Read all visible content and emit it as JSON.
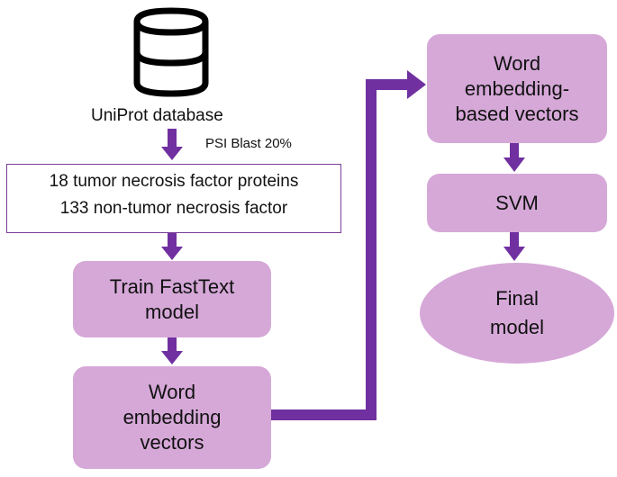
{
  "diagram": {
    "database": {
      "icon": "database-icon",
      "label": "UniProt database"
    },
    "filter_label": "PSI Blast 20%",
    "dataset": {
      "line1": "18 tumor necrosis factor proteins",
      "line2": "133 non-tumor necrosis factor"
    },
    "train": {
      "line1": "Train FastText",
      "line2": "model"
    },
    "word_vectors": {
      "line1": "Word",
      "line2": "embedding",
      "line3": "vectors"
    },
    "embedding_vectors": {
      "line1": "Word",
      "line2": "embedding-",
      "line3": "based vectors"
    },
    "svm": {
      "label": "SVM"
    },
    "final": {
      "line1": "Final",
      "line2": "model"
    },
    "colors": {
      "box_fill": "#d6a8d8",
      "arrow": "#7030a0",
      "outline": "#7b3f98"
    }
  }
}
